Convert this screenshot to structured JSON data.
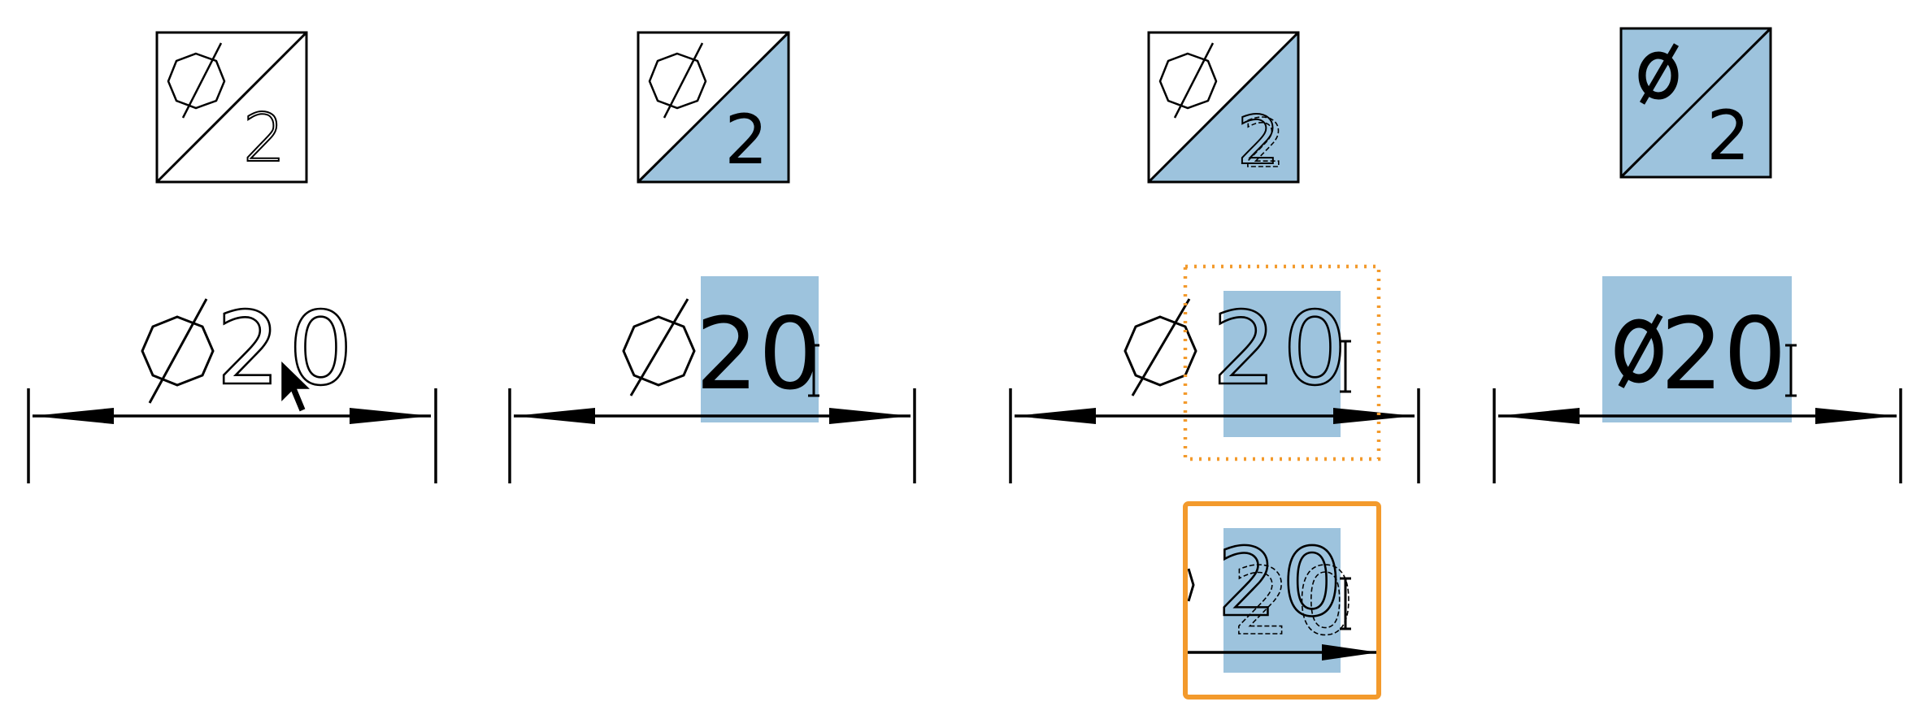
{
  "diagram": {
    "colors": {
      "highlight": "#9DC3DD",
      "selection": "#F39A2C",
      "ink": "#000000",
      "background": "#FFFFFF"
    },
    "symbol": "Ø",
    "sample_digit": "2",
    "dimension_value": "20",
    "panels": [
      {
        "id": "plain",
        "tile_highlight": "none",
        "digit_style": "thin",
        "dim_highlight": "none",
        "cursor": true
      },
      {
        "id": "lower-highlight",
        "tile_highlight": "lower-triangle",
        "digit_style": "bold",
        "dim_highlight": "number"
      },
      {
        "id": "ghosted",
        "tile_highlight": "lower-triangle",
        "digit_style": "ghost",
        "dim_highlight": "number",
        "selection": "dotted"
      },
      {
        "id": "full-highlight",
        "tile_highlight": "full",
        "digit_style": "bold",
        "dim_highlight": "symbol-and-number"
      }
    ],
    "zoom_inset": {
      "selection": "solid",
      "digits_ghosted": true
    }
  }
}
